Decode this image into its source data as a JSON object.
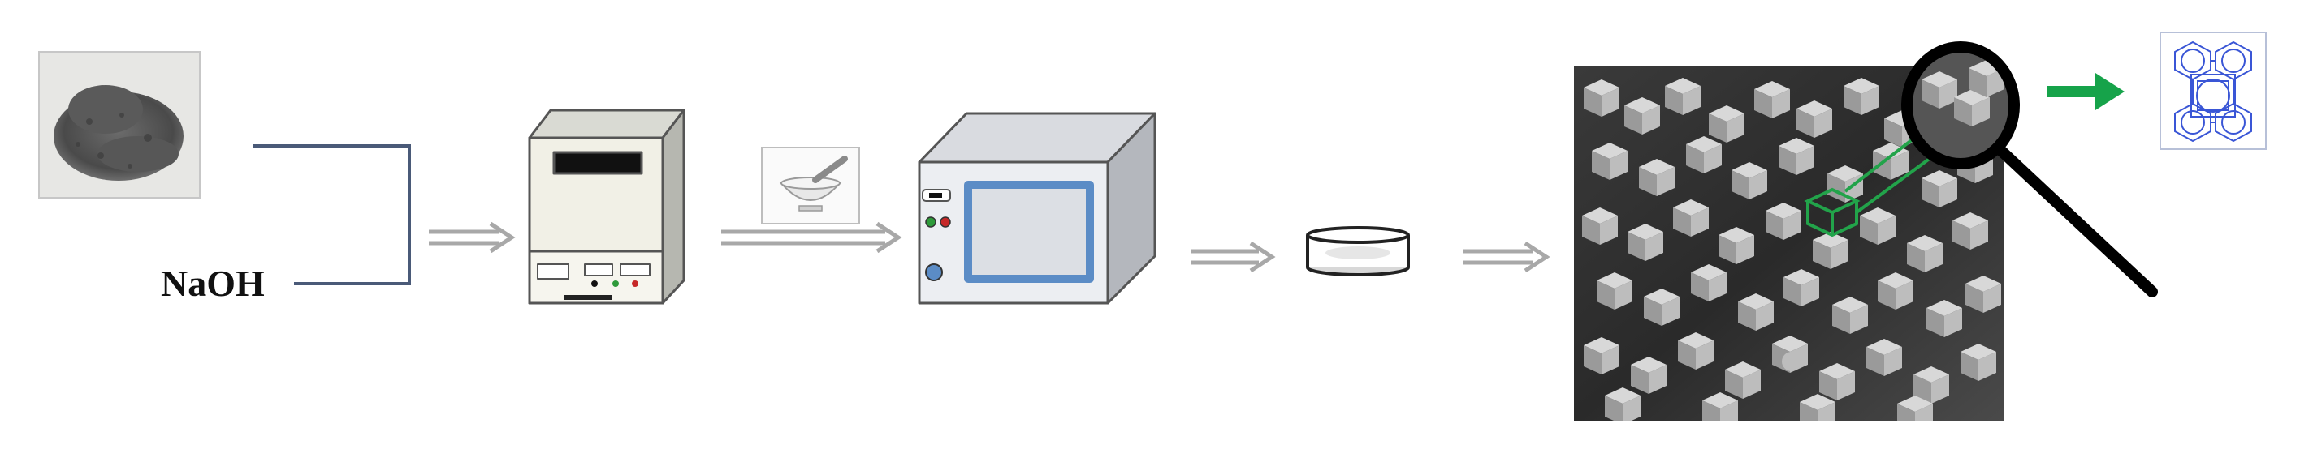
{
  "reagents": {
    "powder_label": "",
    "base_label": "NaOH"
  },
  "steps": [
    {
      "name": "raw-powder",
      "icon": "powder-icon"
    },
    {
      "name": "furnace",
      "icon": "furnace-icon"
    },
    {
      "name": "grinding",
      "icon": "mortar-pestle-icon"
    },
    {
      "name": "oven",
      "icon": "oven-icon"
    },
    {
      "name": "dish",
      "icon": "petri-dish-icon"
    },
    {
      "name": "sem-image",
      "icon": "sem-micrograph-icon"
    },
    {
      "name": "framework-structure",
      "icon": "zeolite-framework-icon"
    }
  ],
  "colors": {
    "connector_line": "#4a5a78",
    "process_arrow": "#a8a8a8",
    "result_arrow": "#16a34a",
    "highlight_cube": "#22a34a",
    "oven_window": "#5b8cc6",
    "framework": "#3a56d6",
    "magnifier": "#000000"
  }
}
